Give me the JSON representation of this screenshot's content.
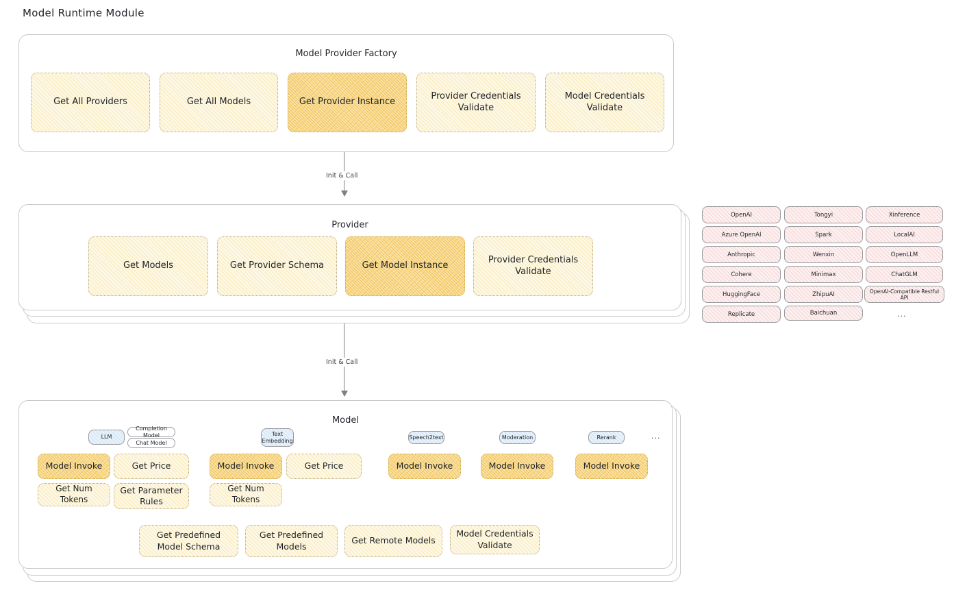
{
  "title": "Model Runtime Module",
  "colors": {
    "highlight_fill": "#fbe3a8",
    "light_fill": "#fdf8e6",
    "provider_pill_fill": "#fdf0f0",
    "badge_fill": "#e8f2fb",
    "border": "#c7c9cc",
    "text": "#1f2328"
  },
  "factory": {
    "title": "Model Provider Factory",
    "nodes": [
      {
        "label": "Get All Providers",
        "highlight": false
      },
      {
        "label": "Get All Models",
        "highlight": false
      },
      {
        "label": "Get Provider Instance",
        "highlight": true
      },
      {
        "label": "Provider Credentials Validate",
        "highlight": false
      },
      {
        "label": "Model Credentials Validate",
        "highlight": false
      }
    ]
  },
  "arrow1": {
    "label": "Init & Call"
  },
  "provider": {
    "title": "Provider",
    "nodes": [
      {
        "label": "Get Models",
        "highlight": false
      },
      {
        "label": "Get Provider Schema",
        "highlight": false
      },
      {
        "label": "Get Model Instance",
        "highlight": true
      },
      {
        "label": "Provider Credentials Validate",
        "highlight": false
      }
    ]
  },
  "provider_list": {
    "columns": [
      [
        "OpenAI",
        "Azure OpenAI",
        "Anthropic",
        "Cohere",
        "HuggingFace",
        "Replicate"
      ],
      [
        "Tongyi",
        "Spark",
        "Wenxin",
        "Minimax",
        "ZhipuAI",
        "Baichuan"
      ],
      [
        "Xinference",
        "LocalAI",
        "OpenLLM",
        "ChatGLM",
        "OpenAI-Compatible Restful API"
      ]
    ],
    "more": "..."
  },
  "arrow2": {
    "label": "Init & Call"
  },
  "model": {
    "title": "Model",
    "more": "...",
    "types": [
      {
        "badge": "LLM",
        "sub_badges": [
          "Completion Model",
          "Chat Model"
        ],
        "methods": [
          {
            "label": "Model Invoke",
            "highlight": true
          },
          {
            "label": "Get Price",
            "highlight": false
          },
          {
            "label": "Get Num Tokens",
            "highlight": false
          },
          {
            "label": "Get Parameter Rules",
            "highlight": false
          }
        ]
      },
      {
        "badge": "Text Embedding",
        "sub_badges": [],
        "methods": [
          {
            "label": "Model Invoke",
            "highlight": true
          },
          {
            "label": "Get Price",
            "highlight": false
          },
          {
            "label": "Get Num Tokens",
            "highlight": false
          }
        ]
      },
      {
        "badge": "Speech2text",
        "sub_badges": [],
        "methods": [
          {
            "label": "Model Invoke",
            "highlight": true
          }
        ]
      },
      {
        "badge": "Moderation",
        "sub_badges": [],
        "methods": [
          {
            "label": "Model Invoke",
            "highlight": true
          }
        ]
      },
      {
        "badge": "Rerank",
        "sub_badges": [],
        "methods": [
          {
            "label": "Model Invoke",
            "highlight": true
          }
        ]
      }
    ],
    "common_methods": [
      {
        "label": "Get Predefined Model Schema"
      },
      {
        "label": "Get Predefined Models"
      },
      {
        "label": "Get Remote Models"
      },
      {
        "label": "Model Credentials Validate"
      }
    ]
  }
}
